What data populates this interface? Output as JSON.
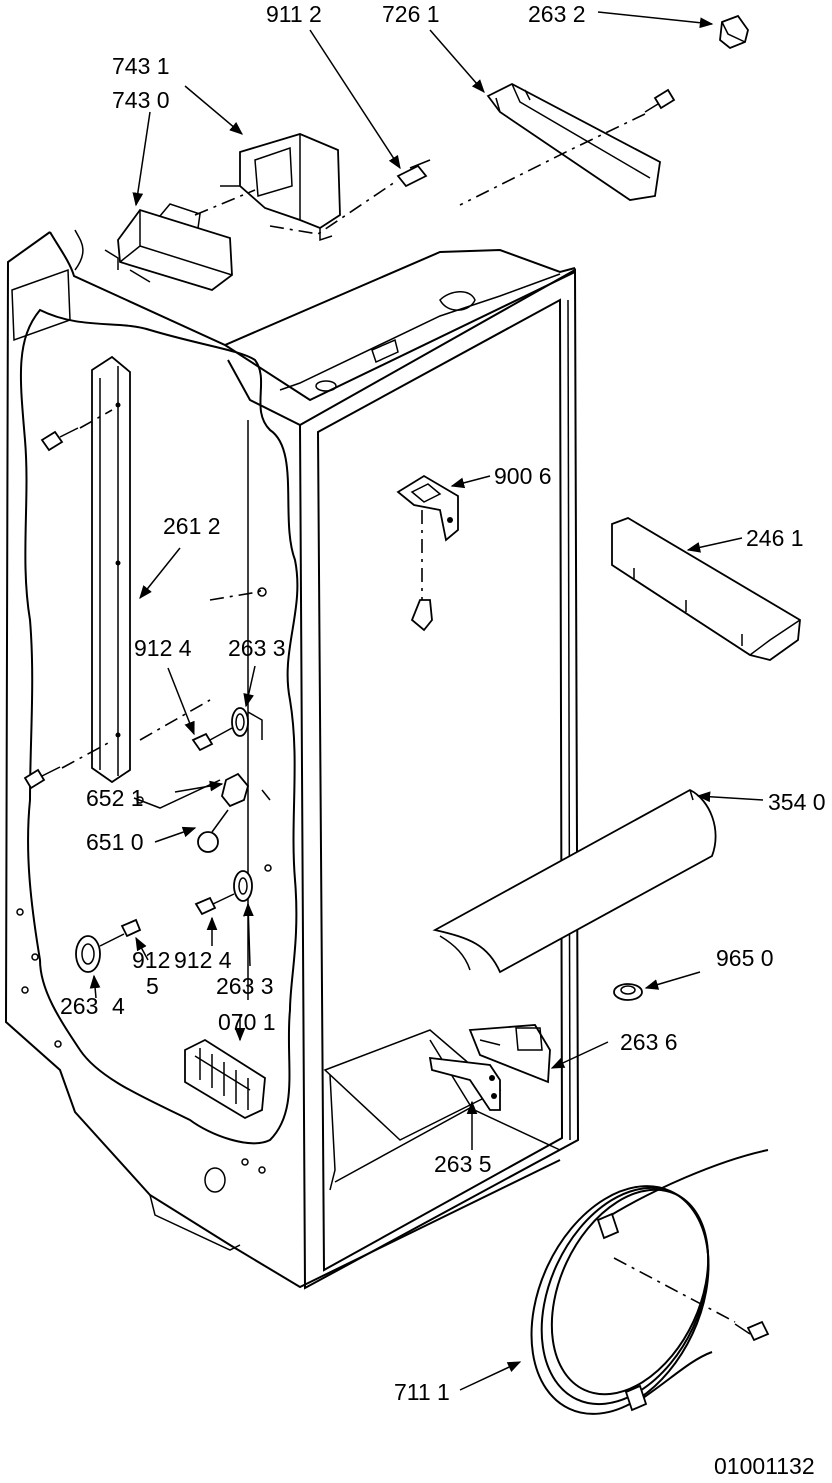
{
  "doc_number": "01001132",
  "callouts": [
    {
      "id": "c9112",
      "text": "911  2"
    },
    {
      "id": "c7261",
      "text": "726 1"
    },
    {
      "id": "c2632",
      "text": "263 2"
    },
    {
      "id": "c7431",
      "text": "743 1"
    },
    {
      "id": "c7430",
      "text": "743 0"
    },
    {
      "id": "c9006",
      "text": "900 6"
    },
    {
      "id": "c2461",
      "text": "246 1"
    },
    {
      "id": "c2612",
      "text": "261  2"
    },
    {
      "id": "c9124a",
      "text": "912  4"
    },
    {
      "id": "c2633a",
      "text": "263   3"
    },
    {
      "id": "c6521",
      "text": "652 1"
    },
    {
      "id": "c6510",
      "text": "651 0"
    },
    {
      "id": "c3540",
      "text": "354 0"
    },
    {
      "id": "c9124b",
      "text": "912  4"
    },
    {
      "id": "c2633b",
      "text": "263   3"
    },
    {
      "id": "c9125",
      "text": "912"
    },
    {
      "id": "c9125n",
      "text": "5"
    },
    {
      "id": "c2634",
      "text": "263"
    },
    {
      "id": "c2634n",
      "text": "4"
    },
    {
      "id": "c9650",
      "text": "965 0"
    },
    {
      "id": "c0701",
      "text": "070 1"
    },
    {
      "id": "c2636",
      "text": "263 6"
    },
    {
      "id": "c2635",
      "text": "263 5"
    },
    {
      "id": "c7111",
      "text": "711 1"
    }
  ]
}
